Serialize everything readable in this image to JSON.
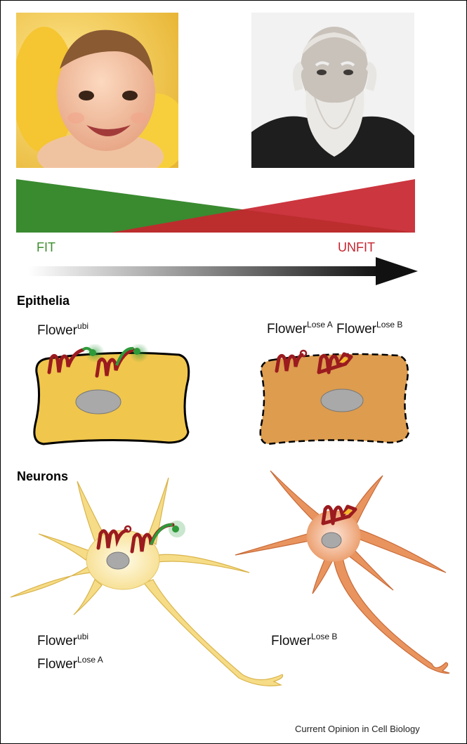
{
  "fitness": {
    "fit_label": "FIT",
    "unfit_label": "UNFIT",
    "fit_color": "#3a8a30",
    "unfit_color": "#c8252f"
  },
  "sections": {
    "epithelia": "Epithelia",
    "neurons": "Neurons"
  },
  "labels": {
    "flower": "Flower",
    "ubi": "ubi",
    "lose_a": "Lose A",
    "lose_b": "Lose B"
  },
  "photos": {
    "left": "smiling-baby-photo",
    "right": "old-bearded-man-photo"
  },
  "credit": "Current Opinion in Cell Biology",
  "colors": {
    "fit_cell": "#f0c64c",
    "unfit_cell": "#dd9c4e",
    "nucleus": "#a9a9a9",
    "flower_protein": "#9b1b1f",
    "ubi_head": "#2e9a3a",
    "lose_b_tag": "#f5b92a"
  }
}
